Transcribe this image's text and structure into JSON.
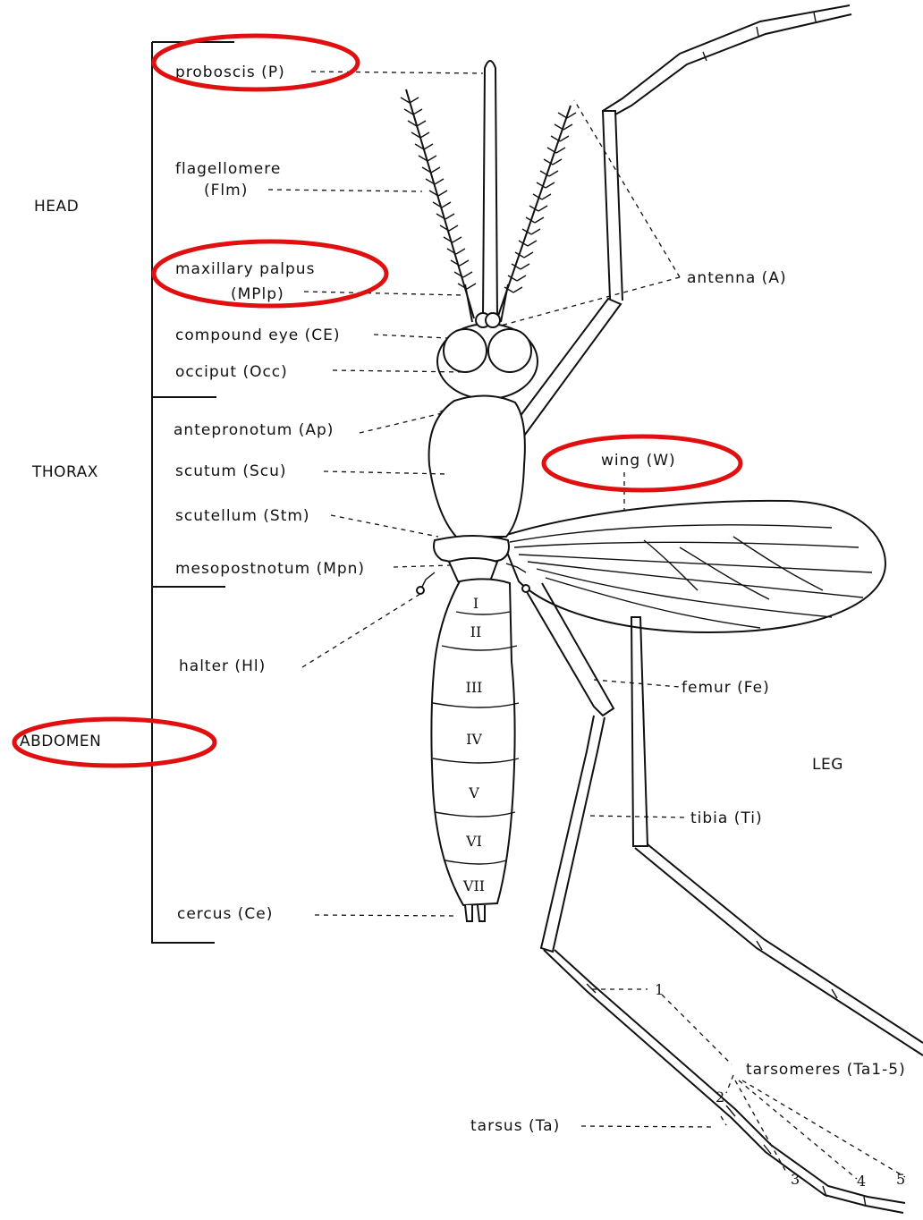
{
  "regions": {
    "head": "HEAD",
    "thorax": "THORAX",
    "abdomen": "ABDOMEN",
    "leg": "LEG"
  },
  "labels": {
    "proboscis": "proboscis (P)",
    "flagellomere_1": "flagellomere",
    "flagellomere_2": "(Flm)",
    "maxillary_palpus_1": "maxillary palpus",
    "maxillary_palpus_2": "(MPlp)",
    "compound_eye": "compound eye (CE)",
    "occiput": "occiput (Occ)",
    "antepronotum": "antepronotum (Ap)",
    "scutum": "scutum (Scu)",
    "scutellum": "scutellum (Stm)",
    "mesopostnotum": "mesopostnotum (Mpn)",
    "halter": "halter (Hl)",
    "cercus": "cercus (Ce)",
    "antenna": "antenna (A)",
    "wing": "wing (W)",
    "femur": "femur (Fe)",
    "tibia": "tibia (Ti)",
    "tarsomeres": "tarsomeres (Ta1-5)",
    "tarsus": "tarsus (Ta)"
  },
  "abdominal_segments": [
    "I",
    "II",
    "III",
    "IV",
    "V",
    "VI",
    "VII"
  ],
  "tarsomere_numbers": [
    "1",
    "2",
    "3",
    "4",
    "5"
  ],
  "highlight_color": "#e01010"
}
